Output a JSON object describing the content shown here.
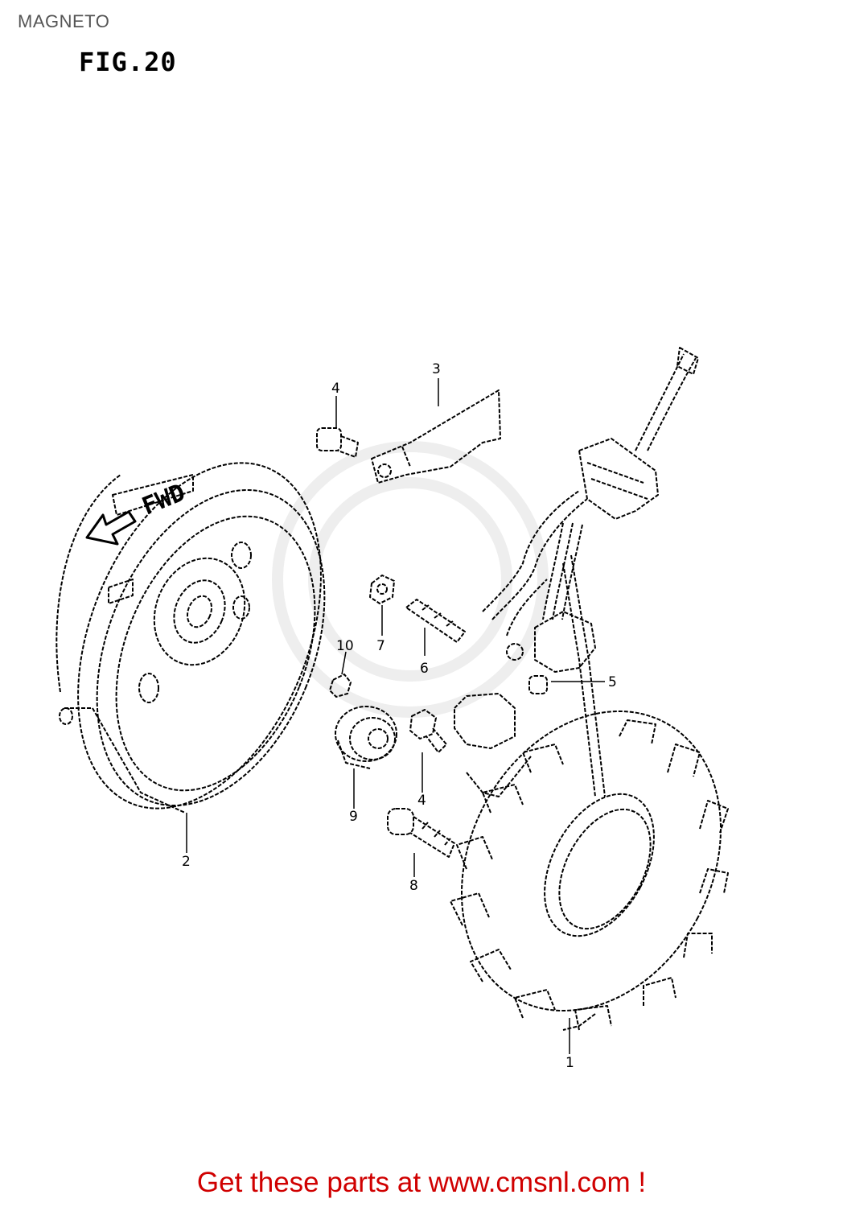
{
  "header": {
    "title": "MAGNETO",
    "figure": "FIG.20"
  },
  "direction_label": "FWD",
  "callouts": [
    {
      "id": "c1",
      "label": "1"
    },
    {
      "id": "c2",
      "label": "2"
    },
    {
      "id": "c3",
      "label": "3"
    },
    {
      "id": "c4a",
      "label": "4"
    },
    {
      "id": "c4b",
      "label": "4"
    },
    {
      "id": "c5",
      "label": "5"
    },
    {
      "id": "c6",
      "label": "6"
    },
    {
      "id": "c7",
      "label": "7"
    },
    {
      "id": "c8",
      "label": "8"
    },
    {
      "id": "c9",
      "label": "9"
    },
    {
      "id": "c10",
      "label": "10"
    }
  ],
  "footer": {
    "text": "Get these parts at www.cmsnl.com !",
    "color": "#d00000"
  }
}
